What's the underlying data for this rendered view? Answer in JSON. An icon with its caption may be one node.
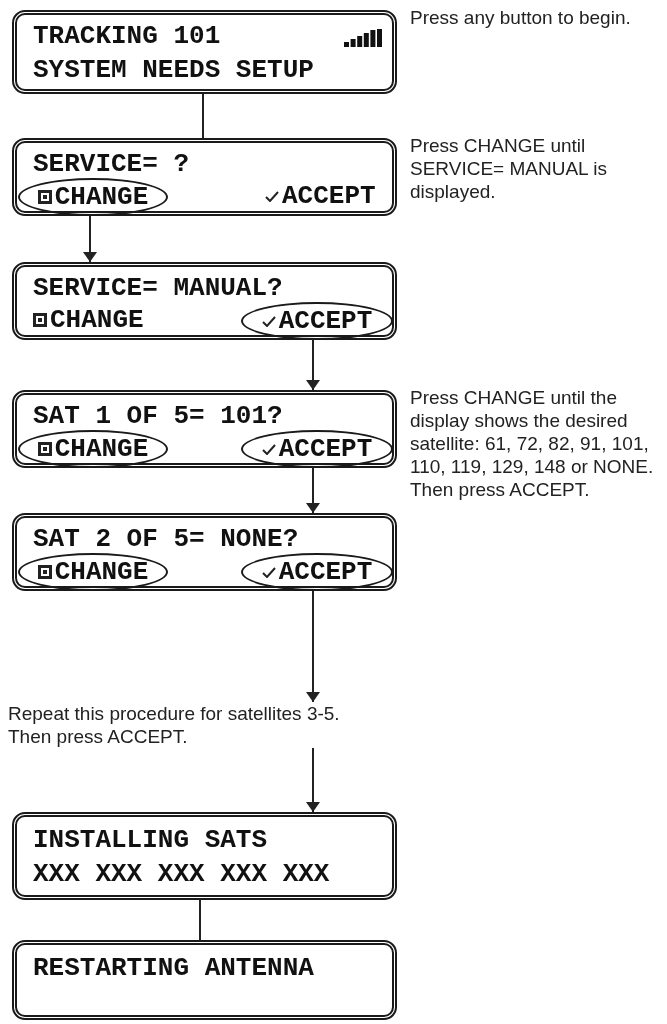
{
  "diagram": {
    "nodes": [
      {
        "text": [
          "TRACKING 101",
          "SYSTEM NEEDS SETUP"
        ],
        "beside": [
          "Press any button to begin."
        ]
      },
      {
        "text": [
          "SERVICE= ?",
          "ACCEPT"
        ],
        "beside": [
          "Press CHANGE until SERVICE= MANUAL is displayed."
        ]
      },
      {
        "text": [
          "CHANGE"
        ],
        "in": 1
      },
      {
        "text": [
          "SERVICE= MANUAL?",
          "CHANGE"
        ]
      },
      {
        "text": [
          "ACCEPT"
        ],
        "in": 3
      },
      {
        "text": [
          "SAT 1 OF 5= 101?"
        ],
        "beside": [
          "Press CHANGE until the display shows the desired satellite: 61, 72, 82, 91, 101, 110, 119, 129, 148 or NONE. Then press ACCEPT."
        ]
      },
      {
        "text": [
          "CHANGE"
        ],
        "in": 5
      },
      {
        "text": [
          "ACCEPT"
        ],
        "in": 5
      },
      {
        "text": [
          "SAT 2 OF 5= NONE?"
        ]
      },
      {
        "text": [
          "CHANGE"
        ],
        "in": 8
      },
      {
        "text": [
          "ACCEPT"
        ],
        "in": 8
      },
      {
        "text": [
          "Repeat this procedure for satellites 3-5. Then press ACCEPT."
        ]
      },
      {
        "text": [
          "INSTALLING SATS",
          "XXX XXX XXX XXX XXX"
        ]
      },
      {
        "text": [
          "RESTARTING ANTENNA"
        ]
      }
    ],
    "edges": [
      {
        "from": 0,
        "to": 1,
        "arrow": "none"
      },
      {
        "from": 2,
        "to": 3,
        "arrow": "to"
      },
      {
        "from": 4,
        "to": 5,
        "arrow": "to"
      },
      {
        "from": 7,
        "to": 8,
        "arrow": "to"
      },
      {
        "from": 10,
        "to": 11,
        "arrow": "to"
      },
      {
        "from": 11,
        "to": 12,
        "arrow": "to"
      },
      {
        "from": 12,
        "to": 13,
        "arrow": "none"
      }
    ]
  }
}
